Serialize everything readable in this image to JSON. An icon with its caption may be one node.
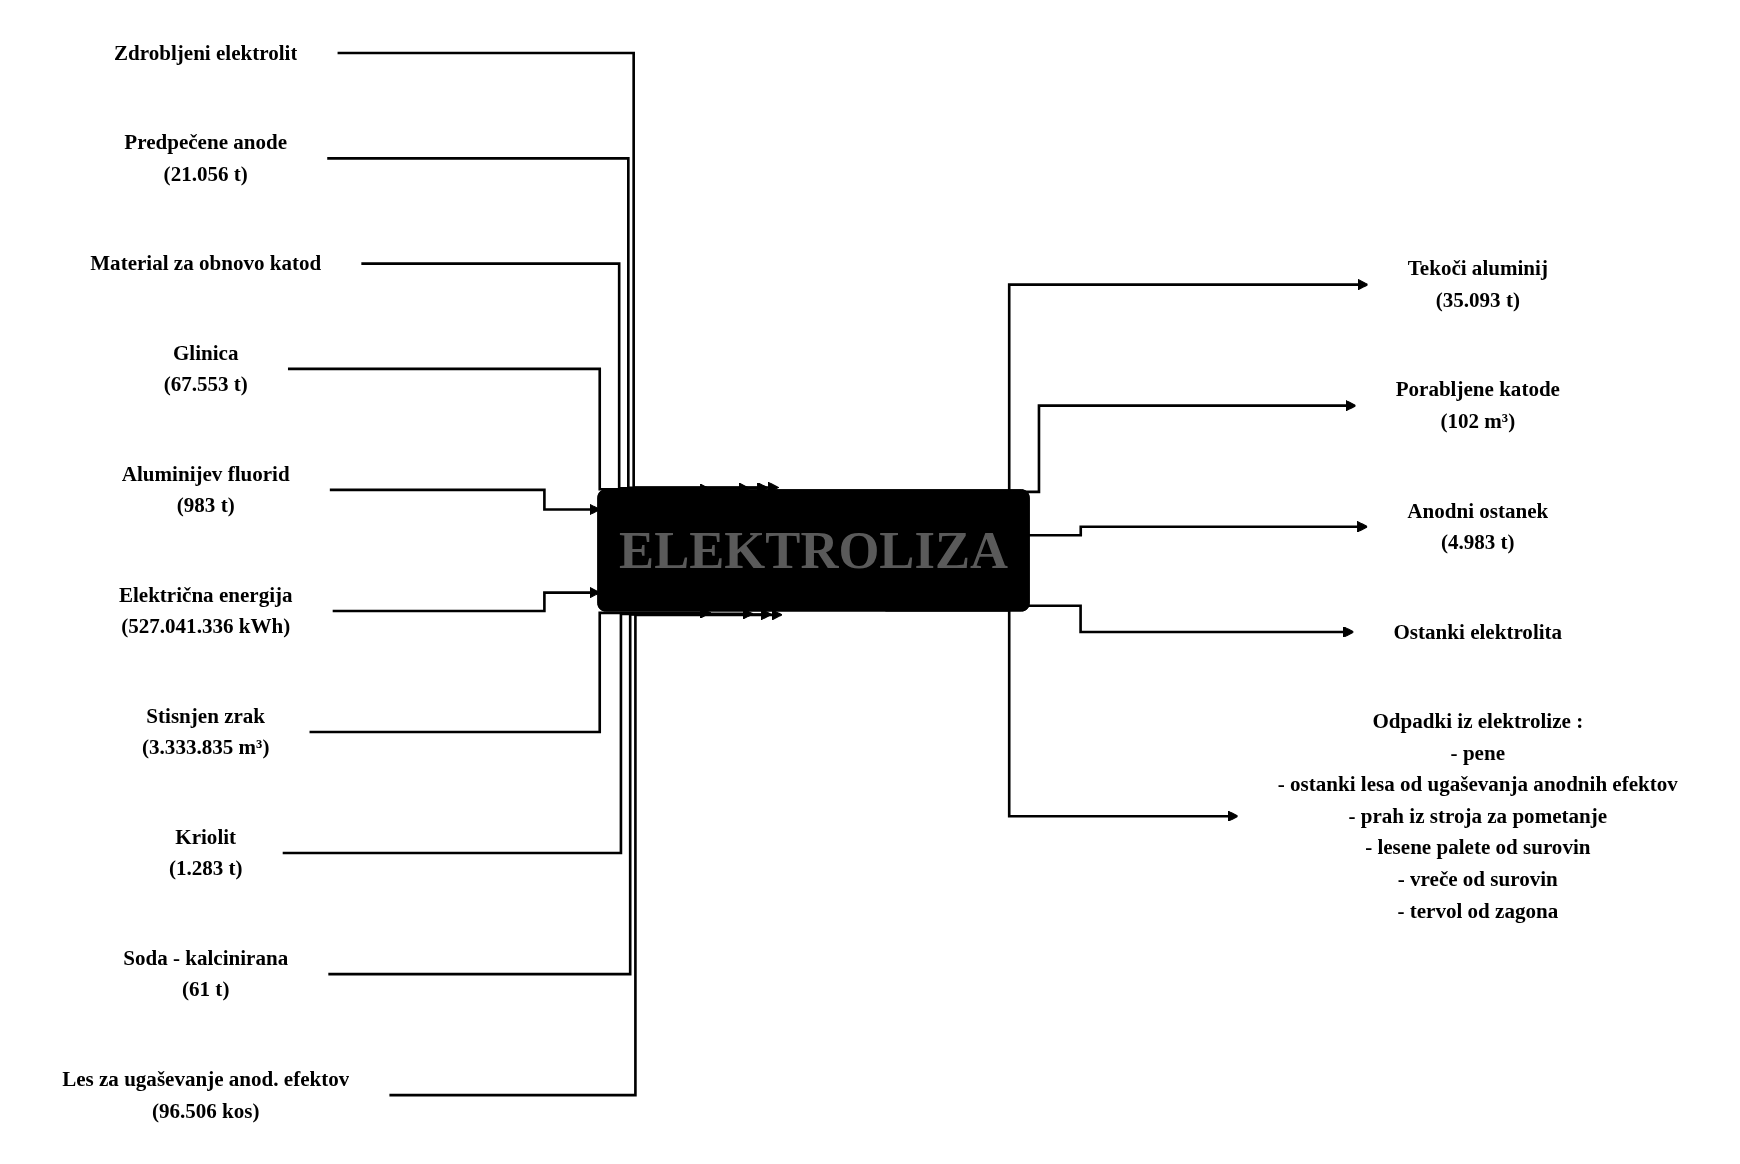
{
  "diagram": {
    "nodes": [
      {
        "text": [
          "ELEKTROLIZA"
        ]
      },
      {
        "text": [
          "Zdrobljeni elektrolit"
        ]
      },
      {
        "text": [
          "Predpečene anode",
          "(21.056 t)"
        ]
      },
      {
        "text": [
          "Material za obnovo katod"
        ]
      },
      {
        "text": [
          "Glinica",
          "(67.553 t)"
        ]
      },
      {
        "text": [
          "Tekoči aluminij",
          "(35.093 t)"
        ]
      },
      {
        "text": [
          "Aluminijev fluorid",
          "(983 t)"
        ]
      },
      {
        "text": [
          "Porabljene katode",
          "(102 m³)"
        ]
      },
      {
        "text": [
          "Električna energija",
          "(527.041.336 kWh)"
        ]
      },
      {
        "text": [
          "Anodni ostanek",
          "(4.983 t)"
        ]
      },
      {
        "text": [
          "Stisnjen zrak",
          "(3.333.835 m³)"
        ]
      },
      {
        "text": [
          "Ostanki elektrolita"
        ]
      },
      {
        "text": [
          "Kriolit",
          "(1.283 t)"
        ]
      },
      {
        "text": [
          "Odpadki iz elektrolize :",
          "- pene",
          "- ostanki lesa od ugaševanja anodnih efektov",
          "- prah iz stroja za pometanje",
          "- lesene palete od surovin",
          "- vreče od surovin",
          "- tervol od zagona"
        ]
      },
      {
        "text": [
          "Soda - kalcinirana",
          "(61 t)"
        ]
      },
      {
        "text": [
          "Les za ugaševanje anod. efektov",
          "(96.506 kos)"
        ]
      }
    ],
    "edges": [
      {
        "from": 1,
        "to": 0,
        "arrow": "to"
      },
      {
        "from": 2,
        "to": 0,
        "arrow": "to"
      },
      {
        "from": 3,
        "to": 0,
        "arrow": "to"
      },
      {
        "from": 4,
        "to": 0,
        "arrow": "to"
      },
      {
        "from": 0,
        "to": 5,
        "arrow": "to"
      },
      {
        "from": 6,
        "to": 0,
        "arrow": "to"
      },
      {
        "from": 0,
        "to": 7,
        "arrow": "to"
      },
      {
        "from": 8,
        "to": 0,
        "arrow": "to"
      },
      {
        "from": 0,
        "to": 9,
        "arrow": "to"
      },
      {
        "from": 10,
        "to": 0,
        "arrow": "to"
      },
      {
        "from": 0,
        "to": 11,
        "arrow": "to"
      },
      {
        "from": 12,
        "to": 0,
        "arrow": "to"
      },
      {
        "from": 0,
        "to": 13,
        "arrow": "to"
      },
      {
        "from": 14,
        "to": 0,
        "arrow": "to"
      },
      {
        "from": 15,
        "to": 0,
        "arrow": "to"
      }
    ]
  }
}
